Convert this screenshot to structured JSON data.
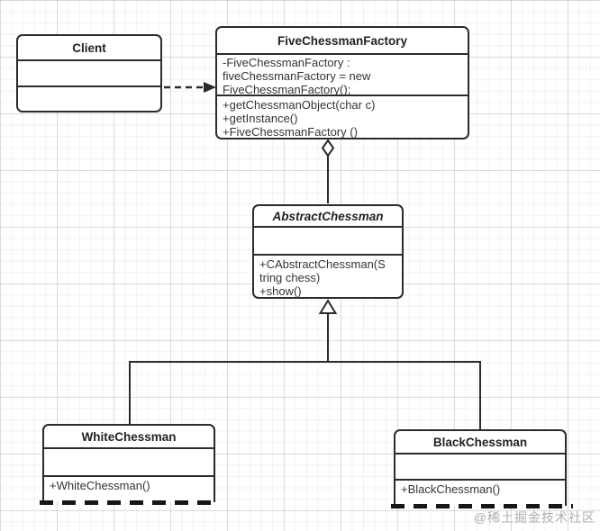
{
  "diagram": {
    "type": "uml-class-diagram",
    "line_color": "#2b2b2b",
    "background_grid_color": "#e6e6ea",
    "watermark": "@稀土掘金技术社区",
    "classes": {
      "client": {
        "title": "Client",
        "attribute_lines": [],
        "method_lines": []
      },
      "factory": {
        "title": "FiveChessmanFactory",
        "attribute_lines": [
          "-FiveChessmanFactory :",
          "fiveChessmanFactory = new",
          "FiveChessmanFactory();"
        ],
        "method_lines": [
          "+getChessmanObject(char c)",
          "+getInstance()",
          "+FiveChessmanFactory ()"
        ]
      },
      "abstract_chessman": {
        "title": "AbstractChessman",
        "attribute_lines": [],
        "method_lines": [
          "+CAbstractChessman(S",
          "tring chess)",
          "+show()"
        ]
      },
      "white_chessman": {
        "title": "WhiteChessman",
        "attribute_lines": [],
        "method_lines": [
          "+WhiteChessman()"
        ]
      },
      "black_chessman": {
        "title": "BlackChessman",
        "attribute_lines": [],
        "method_lines": [
          "+BlackChessman()"
        ]
      }
    },
    "relations": [
      {
        "type": "dependency",
        "from": "Client",
        "to": "FiveChessmanFactory",
        "line": "dashed",
        "arrow": "filled-triangle"
      },
      {
        "type": "aggregation",
        "from": "FiveChessmanFactory",
        "to": "AbstractChessman",
        "line": "solid",
        "arrow": "hollow-diamond"
      },
      {
        "type": "inheritance",
        "from": "WhiteChessman",
        "to": "AbstractChessman",
        "line": "solid",
        "arrow": "hollow-triangle"
      },
      {
        "type": "inheritance",
        "from": "BlackChessman",
        "to": "AbstractChessman",
        "line": "solid",
        "arrow": "hollow-triangle"
      }
    ]
  }
}
